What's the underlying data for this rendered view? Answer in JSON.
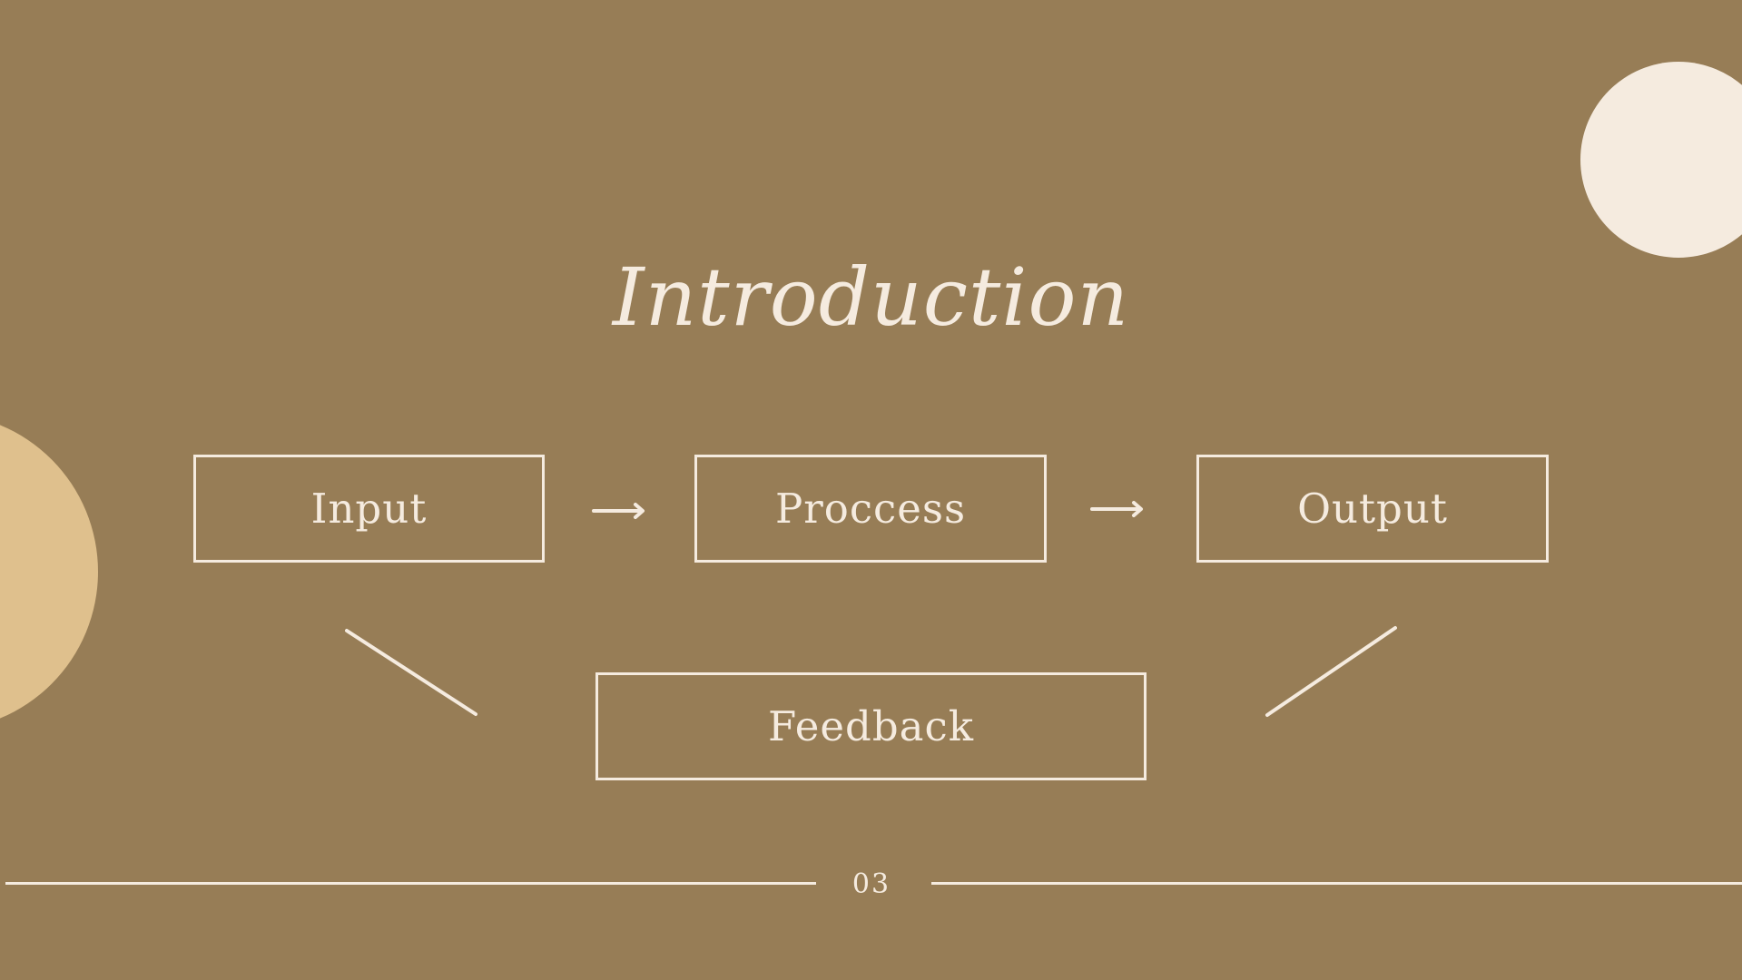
{
  "slide": {
    "title": "Introduction",
    "page_number": "03",
    "colors": {
      "background": "#977d56",
      "foreground": "#f5ebdf",
      "accent_circle": "#dfc08d",
      "light_circle": "#f5ebdf"
    }
  },
  "diagram": {
    "nodes": {
      "input": "Input",
      "process": "Proccess",
      "output": "Output",
      "feedback": "Feedback"
    },
    "edges": [
      {
        "from": "input",
        "to": "process",
        "style": "arrow"
      },
      {
        "from": "process",
        "to": "output",
        "style": "arrow"
      },
      {
        "from": "input",
        "to": "feedback",
        "style": "line"
      },
      {
        "from": "output",
        "to": "feedback",
        "style": "line"
      }
    ]
  }
}
